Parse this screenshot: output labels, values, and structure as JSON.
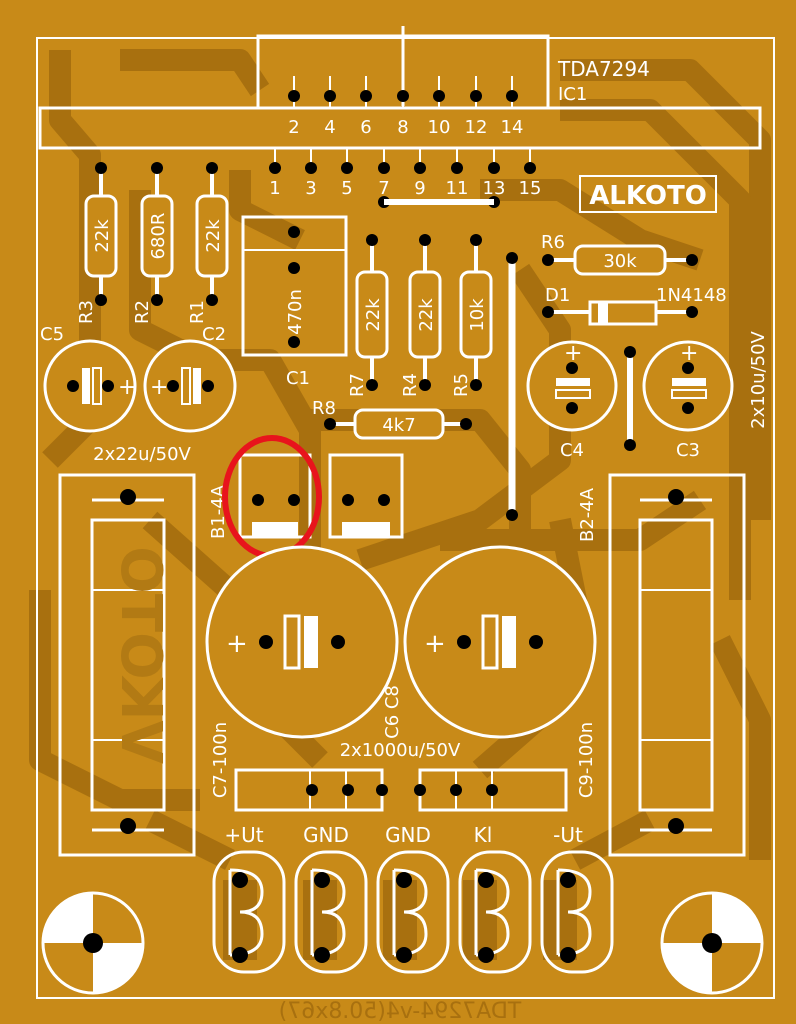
{
  "colors": {
    "copper": "#c88a18",
    "track": "#a8700f",
    "silk": "#ffffff",
    "hole": "#000000",
    "highlight": "#e8141c"
  },
  "ic": {
    "part": "TDA7294",
    "ref": "IC1",
    "top_pins": [
      "2",
      "4",
      "6",
      "8",
      "10",
      "12",
      "14"
    ],
    "bottom_pins": [
      "1",
      "3",
      "5",
      "7",
      "9",
      "11",
      "13",
      "15"
    ]
  },
  "logo": "ALKOTO",
  "resistors": {
    "r3": {
      "ref": "R3",
      "value": "22k"
    },
    "r2": {
      "ref": "R2",
      "value": "680R"
    },
    "r1": {
      "ref": "R1",
      "value": "22k"
    },
    "r7": {
      "ref": "R7",
      "value": "22k"
    },
    "r4": {
      "ref": "R4",
      "value": "22k"
    },
    "r5": {
      "ref": "R5",
      "value": "10k"
    },
    "r8": {
      "ref": "R8",
      "value": "4k7"
    },
    "r6": {
      "ref": "R6",
      "value": "30k"
    }
  },
  "diode": {
    "ref": "D1",
    "value": "1N4148"
  },
  "capacitors": {
    "c1": {
      "ref": "C1",
      "value": "470n"
    },
    "c2": "C2",
    "c5": "C5",
    "c4": "C4",
    "c3": "C3",
    "c6c8": "C6 C8",
    "c7": "C7-100n",
    "c9": "C9-100n"
  },
  "cap_values": {
    "left_small": "2x22u/50V",
    "right_small": "2x10u/50V",
    "big": "2x1000u/50V"
  },
  "fuses": {
    "b1": "B1-4A",
    "b2": "B2-4A"
  },
  "polarity": "+",
  "terminals": [
    "+Ut",
    "GND",
    "GND",
    "Kl",
    "-Ut"
  ],
  "mirrored_text": "VKOTO",
  "footer_text": "TDA7294-v4(50.8x67)"
}
